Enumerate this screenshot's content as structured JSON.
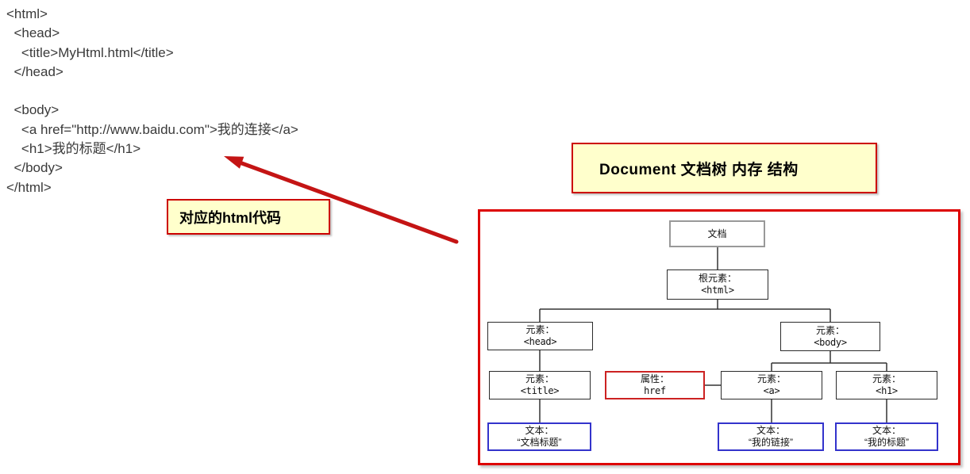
{
  "code_panel": {
    "lines": [
      "<html>",
      "  <head>",
      "    <title>MyHtml.html</title>",
      "  </head>",
      "",
      "  <body>",
      "    <a href=\"http://www.baidu.com\">我的连接</a>",
      "    <h1>我的标题</h1>",
      "  </body>",
      "</html>"
    ]
  },
  "code_label": {
    "text": "对应的html代码"
  },
  "diagram_title": {
    "text": "Document 文档树 内存 结构"
  },
  "tree": {
    "nodes": {
      "doc": {
        "line1": "文档",
        "line2": ""
      },
      "html": {
        "line1": "根元素：",
        "line2": "<html>"
      },
      "head": {
        "line1": "元素：",
        "line2": "<head>"
      },
      "body": {
        "line1": "元素：",
        "line2": "<body>"
      },
      "title": {
        "line1": "元素：",
        "line2": "<title>"
      },
      "attr": {
        "line1": "属性：",
        "line2": "href"
      },
      "a": {
        "line1": "元素：",
        "line2": "<a>"
      },
      "h1": {
        "line1": "元素：",
        "line2": "<h1>"
      },
      "text_title": {
        "line1": "文本：",
        "line2": "“文档标题”"
      },
      "text_a": {
        "line1": "文本：",
        "line2": "“我的链接”"
      },
      "text_h1": {
        "line1": "文本：",
        "line2": "“我的标题”"
      }
    }
  },
  "colors": {
    "callout_bg": "#ffffcc",
    "callout_border": "#cc0000",
    "tree_border": "#dd0000",
    "arrow_red": "#c41414",
    "text_node_border": "#3333cc",
    "attr_node_border": "#cc2222",
    "doc_node_border": "#999999",
    "connector": "#333333"
  }
}
